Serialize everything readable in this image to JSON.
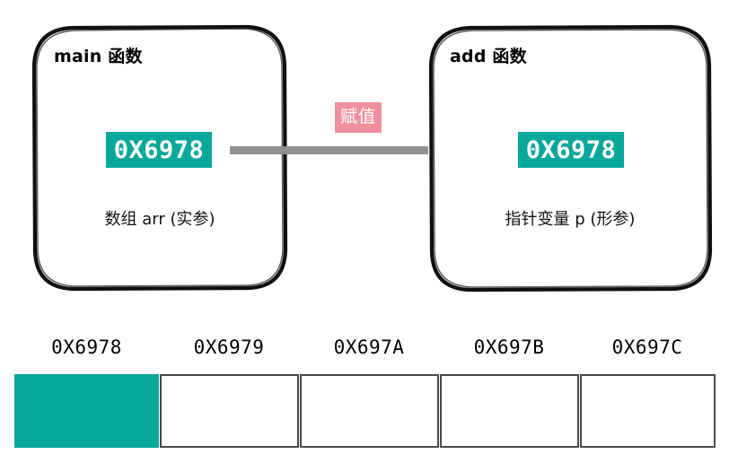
{
  "diagram": {
    "title_hidden": "",
    "colors": {
      "teal": "#06a89b",
      "pink": "#f0909e",
      "arrow_gray": "#919191",
      "cell_border": "#4a4a4a",
      "ink": "#000000"
    },
    "boxes": [
      {
        "id": "main-function",
        "title": "main 函数",
        "address": "0X6978",
        "caption": "数组 arr (实参)"
      },
      {
        "id": "add-function",
        "title": "add 函数",
        "address": "0X6978",
        "caption": "指针变量 p (形参)"
      }
    ],
    "arrow": {
      "label": "赋值",
      "direction": "right",
      "from": "main-function",
      "to": "add-function"
    },
    "memory": {
      "labels": [
        "0X6978",
        "0X6979",
        "0X697A",
        "0X697B",
        "0X697C"
      ],
      "cells": [
        {
          "address": "0X6978",
          "filled": true,
          "value": ""
        },
        {
          "address": "0X6979",
          "filled": false,
          "value": ""
        },
        {
          "address": "0X697A",
          "filled": false,
          "value": ""
        },
        {
          "address": "0X697B",
          "filled": false,
          "value": ""
        },
        {
          "address": "0X697C",
          "filled": false,
          "value": ""
        }
      ]
    }
  }
}
